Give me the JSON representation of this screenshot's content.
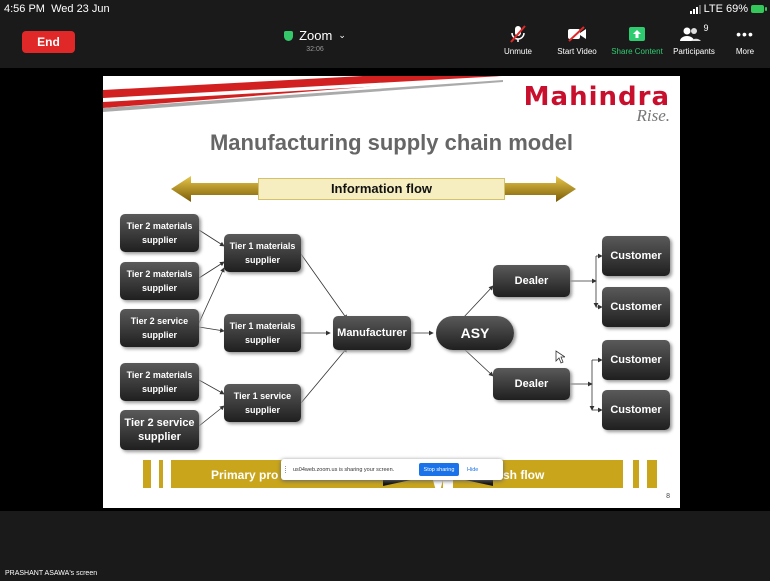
{
  "status": {
    "time": "4:56 PM",
    "date": "Wed 23 Jun",
    "network": "LTE",
    "battery": "69%"
  },
  "toolbar": {
    "end_label": "End",
    "meeting_title": "Zoom",
    "meeting_timer": "32:06",
    "buttons": [
      {
        "label": "Unmute",
        "icon": "muted-microphone-icon"
      },
      {
        "label": "Start Video",
        "icon": "video-off-icon"
      },
      {
        "label": "Share Content",
        "icon": "share-icon"
      },
      {
        "label": "Participants",
        "icon": "participants-icon",
        "count": "9"
      },
      {
        "label": "More",
        "icon": "more-icon"
      }
    ]
  },
  "slide": {
    "logo_brand": "Mahindra",
    "logo_tag": "Rise.",
    "title": "Manufacturing supply chain model",
    "info_flow": "Information flow",
    "boxes": {
      "t2m1": "Tier 2 materials supplier",
      "t2m2": "Tier 2 materials supplier",
      "t2s1": "Tier 2 service supplier",
      "t2m3": "Tier 2 materials supplier",
      "t2s2": "Tier 2 service supplier",
      "t1m1": "Tier 1 materials supplier",
      "t1m2": "Tier 1 materials supplier",
      "t1s": "Tier 1 service supplier",
      "manufacturer": "Manufacturer",
      "asy": "ASY",
      "dealer1": "Dealer",
      "dealer2": "Dealer",
      "cust1": "Customer",
      "cust2": "Customer",
      "cust3": "Customer",
      "cust4": "Customer"
    },
    "bottom_left": "Primary pro",
    "bottom_right": "sh flow",
    "page_number": "8"
  },
  "share_bar": {
    "message": "us04web.zoom.us is sharing your screen.",
    "stop_label": "Stop sharing",
    "hide_label": "Hide"
  },
  "footer_label": "PRASHANT ASAWA's screen",
  "colors": {
    "end": "#e02828",
    "accent_green": "#2ecc71",
    "gold": "#c9a51b",
    "brand_red": "#c8102e"
  }
}
